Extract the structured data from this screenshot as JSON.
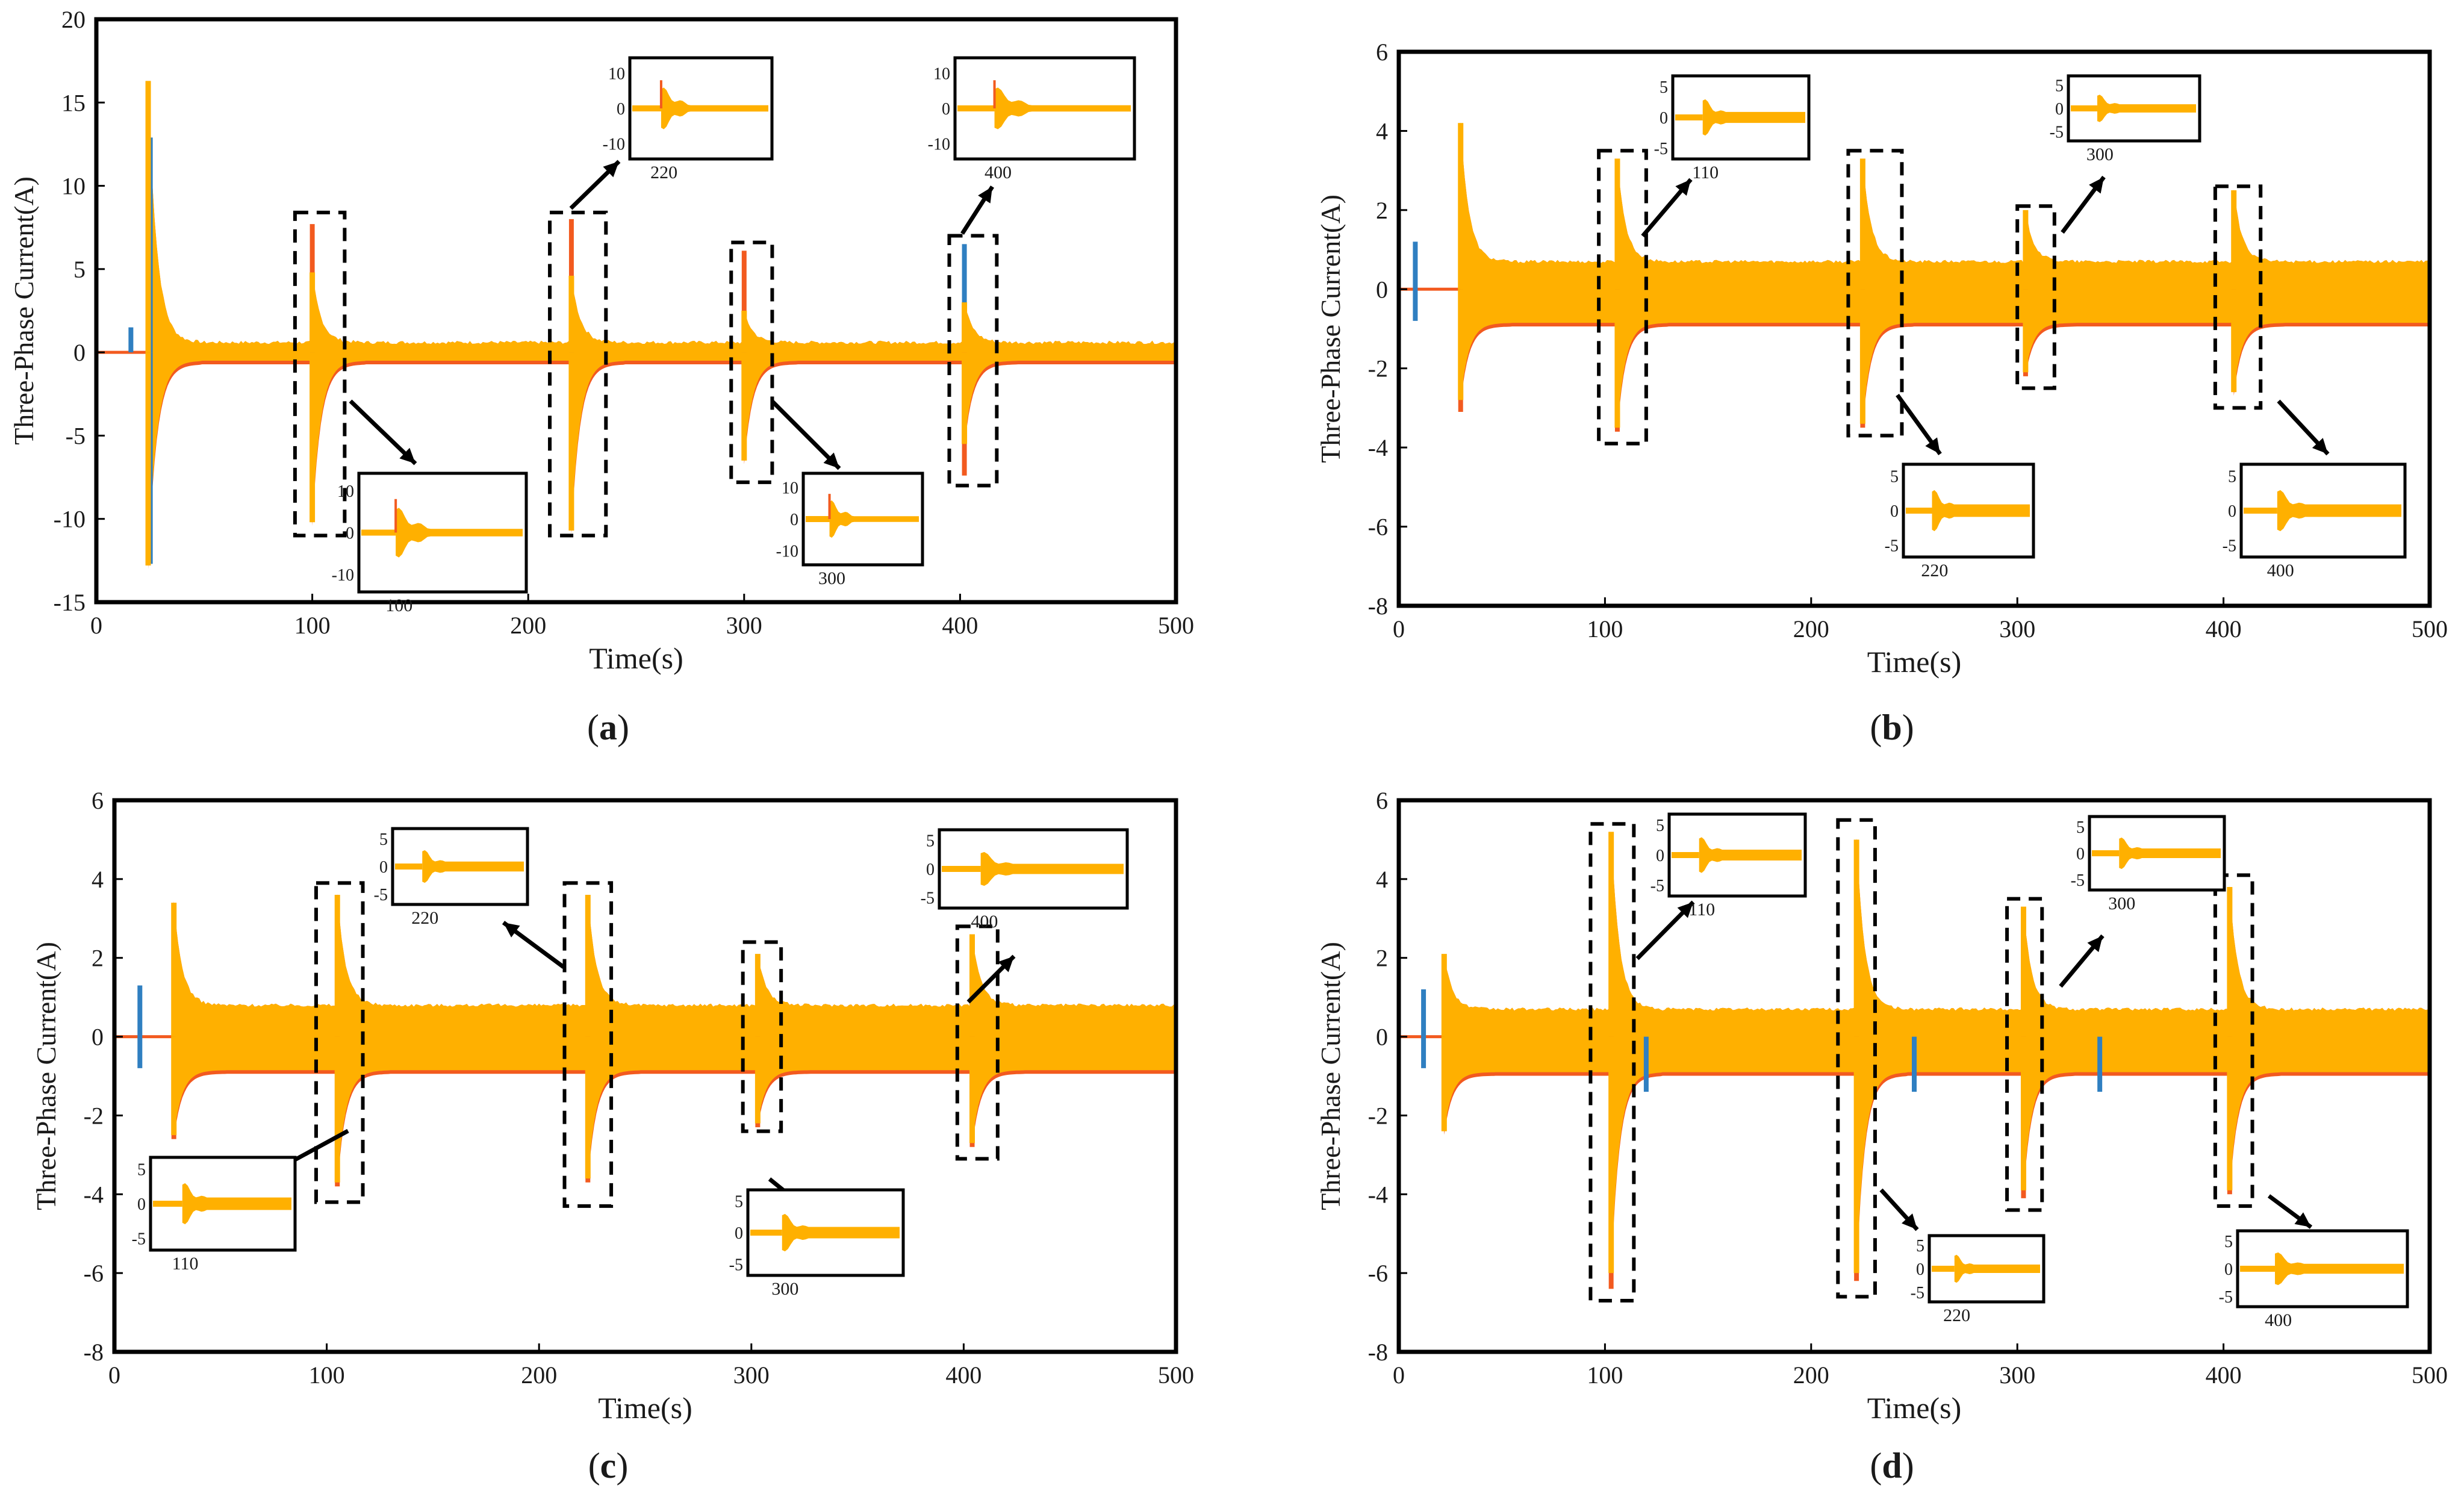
{
  "colors": {
    "phase_a": "#2f7fc1",
    "phase_b": "#f25a1f",
    "phase_c": "#ffb000",
    "frame": "#000000",
    "dashed_box": "#000000"
  },
  "panels_text": {
    "ylabel": "Three-Phase Current(A)",
    "xlabel": "Time(s)"
  },
  "chart_data": [
    {
      "type": "line",
      "panel": "(a)",
      "caption_letter": "a",
      "xlabel": "Time(s)",
      "ylabel": "Three-Phase Current(A)",
      "xlim": [
        0,
        500
      ],
      "ylim": [
        -15,
        20
      ],
      "xticks": [
        0,
        100,
        200,
        300,
        400,
        500
      ],
      "yticks": [
        -15,
        -10,
        -5,
        0,
        5,
        10,
        15,
        20
      ],
      "grid": false,
      "series": [
        {
          "color": "#2f7fc1",
          "values": [
            [
              16,
              1.5
            ],
            [
              25,
              12.9
            ],
            [
              25,
              -12.7
            ],
            [
              100,
              4.5
            ],
            [
              220,
              4.5
            ],
            [
              300,
              2.2
            ],
            [
              402,
              6.5
            ]
          ]
        },
        {
          "color": "#f25a1f",
          "values": [
            [
              24,
              16.0
            ],
            [
              24,
              -12.5
            ],
            [
              100,
              7.7
            ],
            [
              220,
              8.0
            ],
            [
              300,
              6.1
            ],
            [
              402,
              -7.4
            ]
          ]
        },
        {
          "color": "#ffb000",
          "values": [
            [
              24,
              16.3
            ],
            [
              24,
              -12.8
            ],
            [
              100,
              4.8
            ],
            [
              100,
              -10.2
            ],
            [
              220,
              4.6
            ],
            [
              220,
              -10.7
            ],
            [
              300,
              2.5
            ],
            [
              300,
              -6.5
            ],
            [
              402,
              3.0
            ],
            [
              402,
              -5.5
            ]
          ]
        }
      ],
      "envelope": {
        "steady_pos": 0.6,
        "steady_neg": -0.5
      },
      "zoom_boxes": [
        {
          "x0": 92,
          "x1": 115,
          "y0": -11,
          "y1": 8.4
        },
        {
          "x0": 210,
          "x1": 236,
          "y0": -11,
          "y1": 8.4
        },
        {
          "x0": 294,
          "x1": 313,
          "y0": -7.8,
          "y1": 6.6
        },
        {
          "x0": 395,
          "x1": 417,
          "y0": -8,
          "y1": 7.0
        }
      ],
      "insets": [
        {
          "tick_label": "100",
          "yticks": [
            "10",
            "0",
            "-10"
          ],
          "ylim": [
            -13,
            13
          ]
        },
        {
          "tick_label": "220",
          "yticks": [
            "10",
            "0",
            "-10"
          ],
          "ylim": [
            -13,
            13
          ]
        },
        {
          "tick_label": "300",
          "yticks": [
            "10",
            "0",
            "-10"
          ],
          "ylim": [
            -13,
            13
          ]
        },
        {
          "tick_label": "400",
          "yticks": [
            "10",
            "0",
            "-10"
          ],
          "ylim": [
            -13,
            13
          ]
        }
      ]
    },
    {
      "type": "line",
      "panel": "(b)",
      "caption_letter": "b",
      "xlabel": "Time(s)",
      "ylabel": "Three-Phase Current(A)",
      "xlim": [
        0,
        500
      ],
      "ylim": [
        -8,
        6
      ],
      "xticks": [
        0,
        100,
        200,
        300,
        400,
        500
      ],
      "yticks": [
        -8,
        -6,
        -4,
        -2,
        0,
        2,
        4,
        6
      ],
      "grid": false,
      "series": [
        {
          "color": "#2f7fc1",
          "values": [
            [
              8,
              1.2
            ],
            [
              8,
              -0.8
            ]
          ]
        },
        {
          "color": "#f25a1f",
          "values": [
            [
              30,
              -3.1
            ],
            [
              106,
              -3.6
            ],
            [
              225,
              -3.5
            ],
            [
              304,
              -2.2
            ],
            [
              405,
              -2.6
            ]
          ]
        },
        {
          "color": "#ffb000",
          "values": [
            [
              30,
              4.2
            ],
            [
              30,
              -2.8
            ],
            [
              106,
              3.3
            ],
            [
              106,
              -3.5
            ],
            [
              225,
              3.3
            ],
            [
              225,
              -3.4
            ],
            [
              304,
              2.0
            ],
            [
              304,
              -2.1
            ],
            [
              405,
              2.5
            ],
            [
              405,
              -2.6
            ]
          ]
        }
      ],
      "envelope": {
        "steady_pos": 0.7,
        "steady_neg": -0.85
      },
      "zoom_boxes": [
        {
          "x0": 97,
          "x1": 120,
          "y0": -3.9,
          "y1": 3.5
        },
        {
          "x0": 218,
          "x1": 244,
          "y0": -3.7,
          "y1": 3.5
        },
        {
          "x0": 300,
          "x1": 318,
          "y0": -2.5,
          "y1": 2.1
        },
        {
          "x0": 396,
          "x1": 418,
          "y0": -3.0,
          "y1": 2.6
        }
      ],
      "insets": [
        {
          "tick_label": "110",
          "yticks": [
            "5",
            "0",
            "-5"
          ],
          "ylim": [
            -6,
            6
          ]
        },
        {
          "tick_label": "220",
          "yticks": [
            "5",
            "0",
            "-5"
          ],
          "ylim": [
            -6,
            6
          ]
        },
        {
          "tick_label": "300",
          "yticks": [
            "5",
            "0",
            "-5"
          ],
          "ylim": [
            -6,
            6
          ]
        },
        {
          "tick_label": "400",
          "yticks": [
            "5",
            "0",
            "-5"
          ],
          "ylim": [
            -6,
            6
          ]
        }
      ]
    },
    {
      "type": "line",
      "panel": "(c)",
      "caption_letter": "c",
      "xlabel": "Time(s)",
      "ylabel": "Three-Phase Current(A)",
      "xlim": [
        0,
        500
      ],
      "ylim": [
        -8,
        6
      ],
      "xticks": [
        0,
        100,
        200,
        300,
        400,
        500
      ],
      "yticks": [
        -8,
        -6,
        -4,
        -2,
        0,
        2,
        4,
        6
      ],
      "grid": false,
      "series": [
        {
          "color": "#2f7fc1",
          "values": [
            [
              12,
              1.3
            ],
            [
              12,
              -0.8
            ]
          ]
        },
        {
          "color": "#f25a1f",
          "values": [
            [
              28,
              -2.6
            ],
            [
              105,
              -3.8
            ],
            [
              223,
              -3.7
            ],
            [
              303,
              -2.3
            ],
            [
              404,
              -2.8
            ]
          ]
        },
        {
          "color": "#ffb000",
          "values": [
            [
              28,
              3.4
            ],
            [
              28,
              -2.5
            ],
            [
              105,
              3.6
            ],
            [
              105,
              -3.7
            ],
            [
              223,
              3.6
            ],
            [
              223,
              -3.6
            ],
            [
              303,
              2.1
            ],
            [
              303,
              -2.2
            ],
            [
              404,
              2.6
            ],
            [
              404,
              -2.7
            ]
          ]
        }
      ],
      "envelope": {
        "steady_pos": 0.8,
        "steady_neg": -0.85
      },
      "zoom_boxes": [
        {
          "x0": 95,
          "x1": 117,
          "y0": -4.2,
          "y1": 3.9
        },
        {
          "x0": 212,
          "x1": 234,
          "y0": -4.3,
          "y1": 3.9
        },
        {
          "x0": 296,
          "x1": 314,
          "y0": -2.4,
          "y1": 2.4
        },
        {
          "x0": 397,
          "x1": 416,
          "y0": -3.1,
          "y1": 2.8
        }
      ],
      "insets": [
        {
          "tick_label": "110",
          "yticks": [
            "5",
            "0",
            "-5"
          ],
          "ylim": [
            -6,
            6
          ]
        },
        {
          "tick_label": "220",
          "yticks": [
            "5",
            "0",
            "-5"
          ],
          "ylim": [
            -6,
            6
          ]
        },
        {
          "tick_label": "300",
          "yticks": [
            "5",
            "0",
            "-5"
          ],
          "ylim": [
            -6,
            6
          ]
        },
        {
          "tick_label": "400",
          "yticks": [
            "5",
            "0",
            "-5"
          ],
          "ylim": [
            -6,
            6
          ]
        }
      ]
    },
    {
      "type": "line",
      "panel": "(d)",
      "caption_letter": "d",
      "xlabel": "Time(s)",
      "ylabel": "Three-Phase Current(A)",
      "xlim": [
        0,
        500
      ],
      "ylim": [
        -8,
        6
      ],
      "xticks": [
        0,
        100,
        200,
        300,
        400,
        500
      ],
      "yticks": [
        -8,
        -6,
        -4,
        -2,
        0,
        2,
        4,
        6
      ],
      "grid": false,
      "series": [
        {
          "color": "#2f7fc1",
          "values": [
            [
              12,
              1.2
            ],
            [
              12,
              -0.8
            ],
            [
              120,
              -1.4
            ],
            [
              250,
              -1.4
            ],
            [
              340,
              -1.4
            ]
          ]
        },
        {
          "color": "#f25a1f",
          "values": [
            [
              103,
              -6.4
            ],
            [
              222,
              -6.2
            ],
            [
              303,
              -4.1
            ],
            [
              403,
              -4.0
            ]
          ]
        },
        {
          "color": "#ffb000",
          "values": [
            [
              22,
              2.1
            ],
            [
              22,
              -2.4
            ],
            [
              103,
              5.2
            ],
            [
              103,
              -6.0
            ],
            [
              222,
              5.0
            ],
            [
              222,
              -6.0
            ],
            [
              303,
              3.3
            ],
            [
              303,
              -3.9
            ],
            [
              403,
              3.8
            ],
            [
              403,
              -3.9
            ]
          ]
        }
      ],
      "envelope": {
        "steady_pos": 0.7,
        "steady_neg": -0.9
      },
      "zoom_boxes": [
        {
          "x0": 93,
          "x1": 114,
          "y0": -6.7,
          "y1": 5.4
        },
        {
          "x0": 213,
          "x1": 231,
          "y0": -6.6,
          "y1": 5.5
        },
        {
          "x0": 295,
          "x1": 312,
          "y0": -4.4,
          "y1": 3.5
        },
        {
          "x0": 396,
          "x1": 414,
          "y0": -4.3,
          "y1": 4.1
        }
      ],
      "insets": [
        {
          "tick_label": "110",
          "yticks": [
            "5",
            "0",
            "-5"
          ],
          "ylim": [
            -6,
            6
          ]
        },
        {
          "tick_label": "220",
          "yticks": [
            "5",
            "0",
            "-5"
          ],
          "ylim": [
            -6,
            6
          ]
        },
        {
          "tick_label": "300",
          "yticks": [
            "5",
            "0",
            "-5"
          ],
          "ylim": [
            -6,
            6
          ]
        },
        {
          "tick_label": "400",
          "yticks": [
            "5",
            "0",
            "-5"
          ],
          "ylim": [
            -6,
            6
          ]
        }
      ]
    }
  ]
}
